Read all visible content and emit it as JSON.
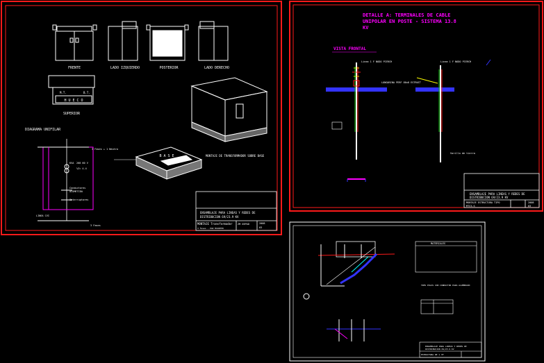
{
  "sheet1": {
    "views": {
      "front": "FRENTE",
      "left_side": "LADO IZQUIERDO",
      "rear": "POSTERIOR",
      "right_side": "LADO DERECHO",
      "top": "SUPERIOR"
    },
    "top_view": {
      "label_left": "M.T.",
      "label_right": "B.T.",
      "hole": "H U E C O"
    },
    "base_label": "B A S E",
    "montage_label": "MONTAJE DE TRANSFORMADOR SOBRE BASE",
    "diagram": {
      "title": "DIAGRAMA UNIFILAR",
      "bus_top": "3 Fases + 1 Neutro",
      "kva": "KVA",
      "voltage": "208 60 V",
      "percent": "%Z= 4.4",
      "conductors": "Conductores",
      "conductors2": "ACOMETIDA",
      "breakers": "Interruptores",
      "line": "LINEA CVI",
      "bus_bottom": "3 Fases"
    },
    "title_block": {
      "line1": "ENSAMBLAJE PARA LINEAS Y REDES DE",
      "line2": "DISTRIBUCION 69/23.9 KV",
      "sheet": "MONTAJE Transformador",
      "sub": "3 Fases - PAD MOUNTED",
      "code": "ZM 03PAD",
      "rev": "2008",
      "rev2": "03"
    }
  },
  "sheet2": {
    "title_line1": "DETALLE A: TERMINALES DE CABLE",
    "title_line2": "UNIPOLAR EN POSTE - SISTEMA 13.8",
    "title_line3": "KV",
    "view_title": "VISTA FRONTAL",
    "label_pole1": "Linea 1 F NODO PIERCH",
    "label_pole2": "Linea 1 F NODO PIERCH",
    "label_crossarm": "LONGARINA PERF 80x8 ESTRUCT",
    "label_ground": "Varilla de tierra",
    "title_block": {
      "line1": "ENSAMBLAJE PARA LINEAS Y REDES DE",
      "line2": "DISTRIBUCION 69/23.9 KV",
      "sheet": "MONTAJE ESTRUCTURA TIPO",
      "code": "MTC5-S",
      "rev": "2008",
      "rev2": "03"
    }
  },
  "sheet3": {
    "table_title": "MATERIALES",
    "note": "TRES POLOS CON CONDUCTOR PARA ALUMBRADO",
    "title_block": {
      "line1": "ENSAMBLAJE PARA LINEAS Y REDES DE",
      "line2": "DISTRIBUCION 69/23.9 KV",
      "sheet": "ESTRUCTURA DE 1 3F"
    }
  },
  "colors": {
    "frame_red": "#ff1a1a",
    "frame_white": "#ffffff",
    "magenta": "#ff00ff",
    "blue": "#3333ff",
    "green": "#00c800",
    "yellow": "#ffff00",
    "cyan": "#00ffff"
  }
}
